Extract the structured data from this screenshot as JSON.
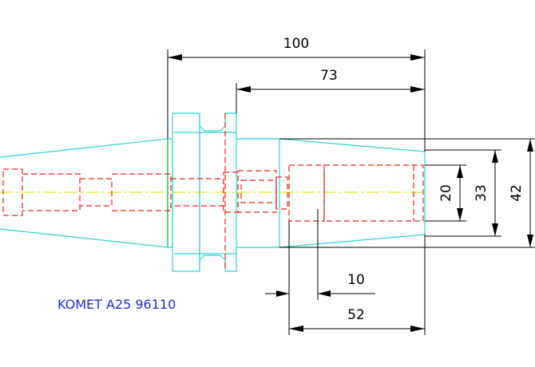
{
  "title": "KOMET A25 96110",
  "dimensions": {
    "total_length": "100",
    "shank_length": "73",
    "d_bore": "20",
    "d_inner": "33",
    "d_outer": "42",
    "small_offset": "10",
    "bore_depth": "52"
  },
  "colors": {
    "outline": "#2fd2d2",
    "hidden_lines": "#e0241f",
    "center_line": "#e6e61a",
    "gauge_line": "#37c837",
    "label": "#1c2bd6"
  }
}
